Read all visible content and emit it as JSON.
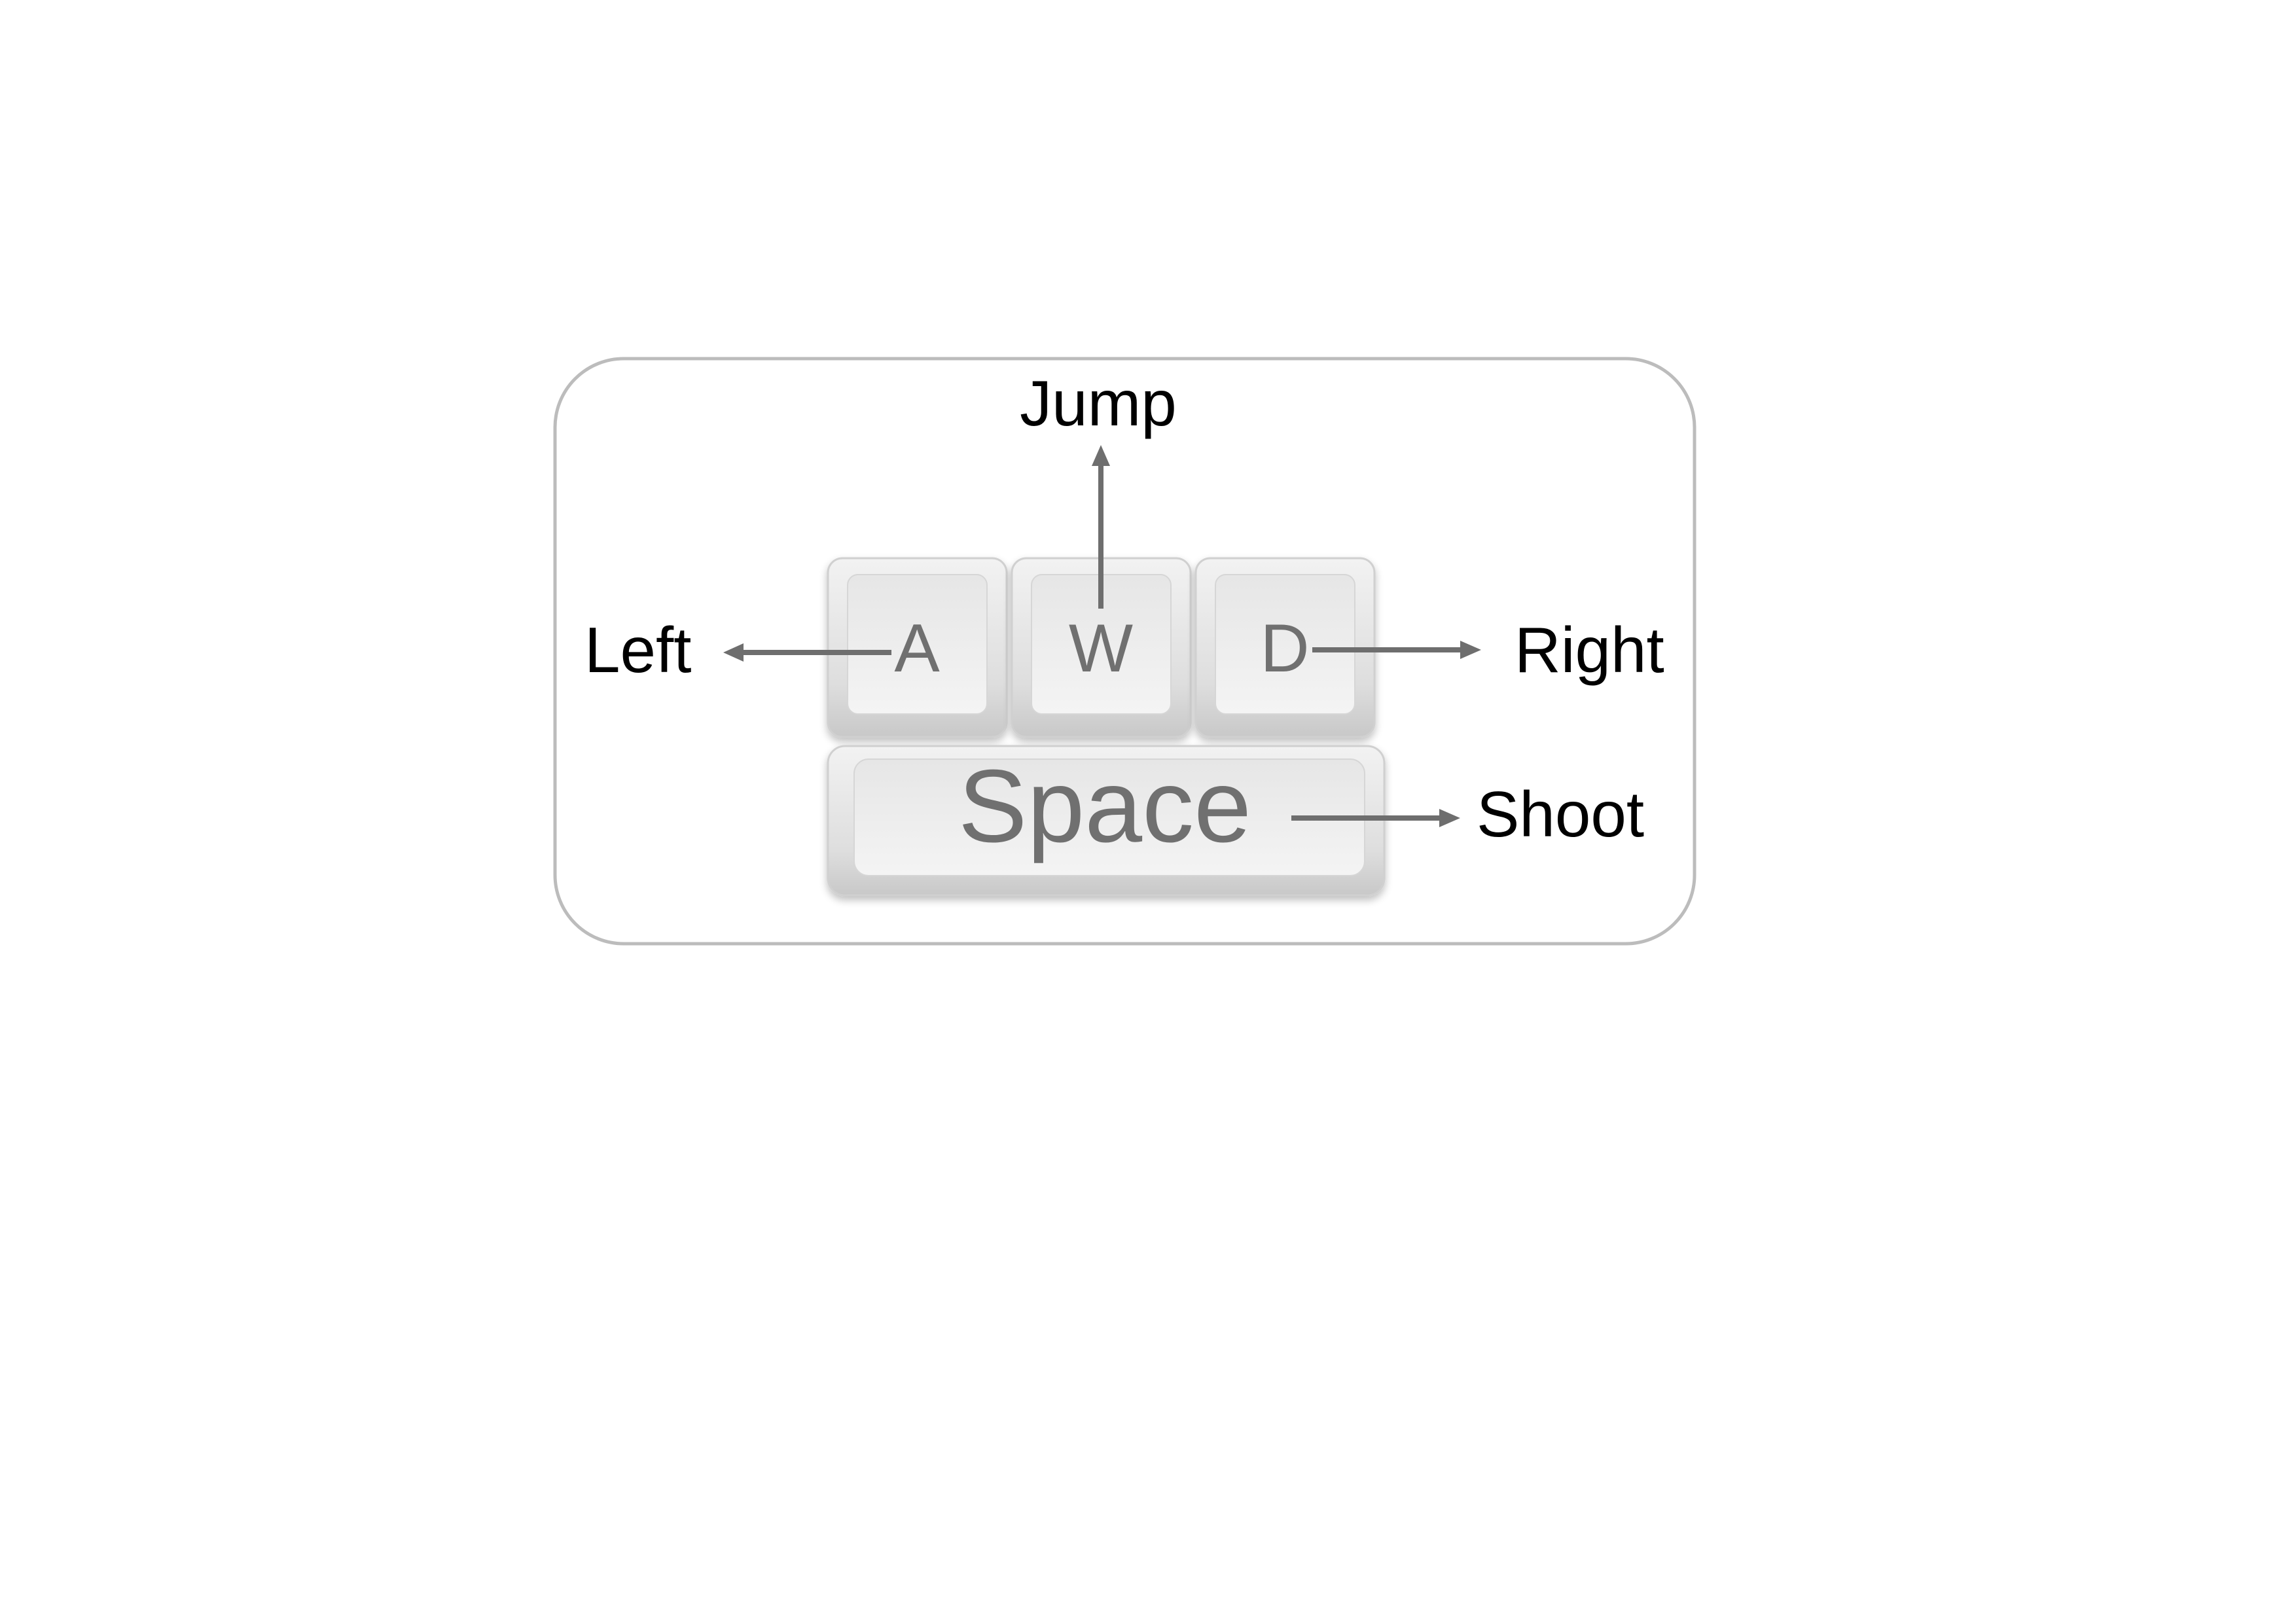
{
  "keys": {
    "a": "A",
    "w": "W",
    "d": "D",
    "space": "Space"
  },
  "actions": {
    "left": "Left",
    "jump": "Jump",
    "right": "Right",
    "shoot": "Shoot"
  },
  "colors": {
    "panel_border": "#bcbcbc",
    "arrow": "#6e6e6e",
    "key_text": "#707070",
    "label_text": "#000000",
    "key_face": "#ebebeb",
    "key_base": "#dcdcdc"
  }
}
